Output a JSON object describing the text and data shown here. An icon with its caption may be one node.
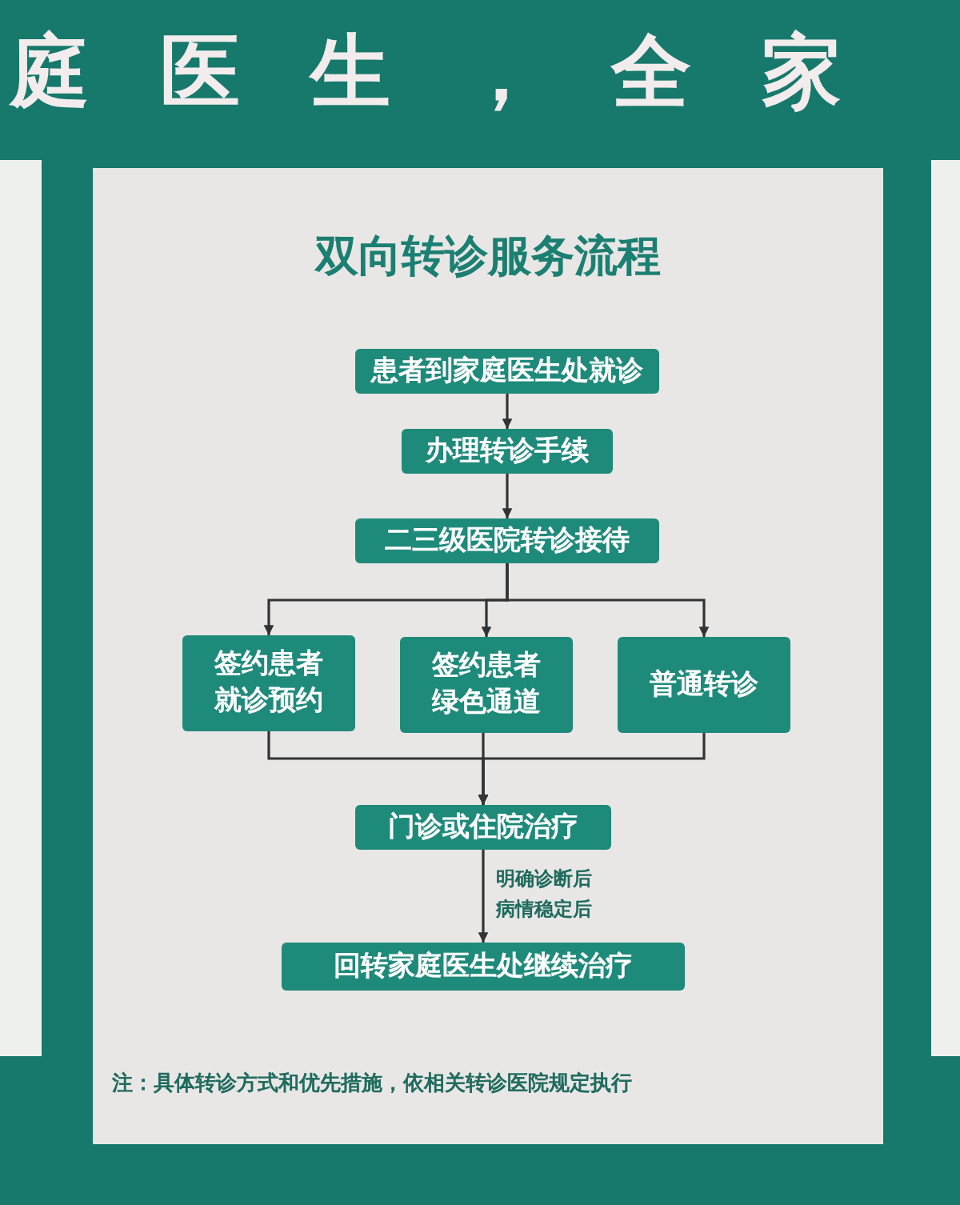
{
  "diagram": {
    "title": "双向转诊服务流程",
    "nodes": [
      {
        "text": [
          "患者到家庭医生处就诊"
        ]
      },
      {
        "text": [
          "办理转诊手续"
        ]
      },
      {
        "text": [
          "二三级医院转诊接待"
        ]
      },
      {
        "text": [
          "签约患者就诊预约"
        ]
      },
      {
        "text": [
          "签约患者绿色通道"
        ]
      },
      {
        "text": [
          "普通转诊"
        ]
      },
      {
        "text": [
          "门诊或住院治疗"
        ]
      },
      {
        "text": [
          "回转家庭医生处继续治疗"
        ]
      }
    ],
    "edges": [
      {
        "from": 0,
        "to": 1,
        "arrow": "to"
      },
      {
        "from": 1,
        "to": 2,
        "arrow": "to"
      },
      {
        "from": 2,
        "to": 3,
        "arrow": "to"
      },
      {
        "from": 2,
        "to": 4,
        "arrow": "to"
      },
      {
        "from": 2,
        "to": 5,
        "arrow": "to"
      },
      {
        "from": 3,
        "to": 6,
        "arrow": "to"
      },
      {
        "from": 4,
        "to": 6,
        "arrow": "to"
      },
      {
        "from": 5,
        "to": 6,
        "arrow": "to"
      },
      {
        "from": 6,
        "to": 7,
        "arrow": "to",
        "label": "明确诊断后病情稳定后"
      }
    ],
    "labels": [
      "庭医生，全家",
      "注：具体转诊方式和优先措施，依相关转诊医院规定执行"
    ]
  }
}
